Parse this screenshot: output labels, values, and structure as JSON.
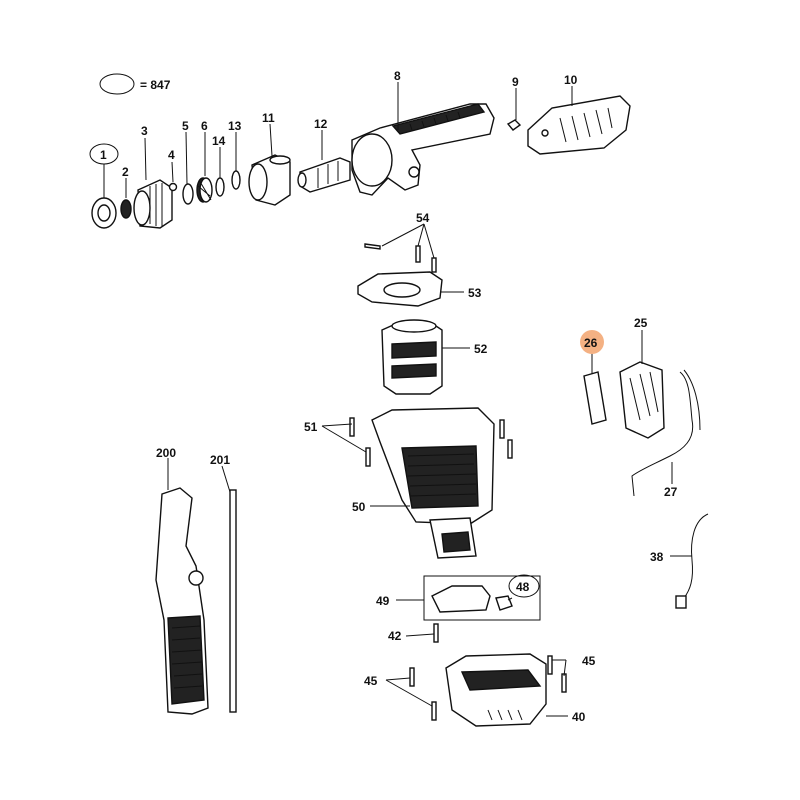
{
  "legend": {
    "text": "= 847"
  },
  "highlight_color": "#f4b183",
  "callouts": [
    {
      "id": "c1",
      "text": "1"
    },
    {
      "id": "c2",
      "text": "2"
    },
    {
      "id": "c3",
      "text": "3"
    },
    {
      "id": "c4",
      "text": "4"
    },
    {
      "id": "c5",
      "text": "5"
    },
    {
      "id": "c6",
      "text": "6"
    },
    {
      "id": "c14",
      "text": "14"
    },
    {
      "id": "c13",
      "text": "13"
    },
    {
      "id": "c11",
      "text": "11"
    },
    {
      "id": "c12",
      "text": "12"
    },
    {
      "id": "c8",
      "text": "8"
    },
    {
      "id": "c9",
      "text": "9"
    },
    {
      "id": "c10",
      "text": "10"
    },
    {
      "id": "c54",
      "text": "54"
    },
    {
      "id": "c53",
      "text": "53"
    },
    {
      "id": "c52",
      "text": "52"
    },
    {
      "id": "c26",
      "text": "26"
    },
    {
      "id": "c25",
      "text": "25"
    },
    {
      "id": "c51",
      "text": "51"
    },
    {
      "id": "c50",
      "text": "50"
    },
    {
      "id": "c27",
      "text": "27"
    },
    {
      "id": "c200",
      "text": "200"
    },
    {
      "id": "c201",
      "text": "201"
    },
    {
      "id": "c38",
      "text": "38"
    },
    {
      "id": "c49",
      "text": "49"
    },
    {
      "id": "c48",
      "text": "48"
    },
    {
      "id": "c42",
      "text": "42"
    },
    {
      "id": "c45a",
      "text": "45"
    },
    {
      "id": "c45b",
      "text": "45"
    },
    {
      "id": "c40",
      "text": "40"
    }
  ]
}
